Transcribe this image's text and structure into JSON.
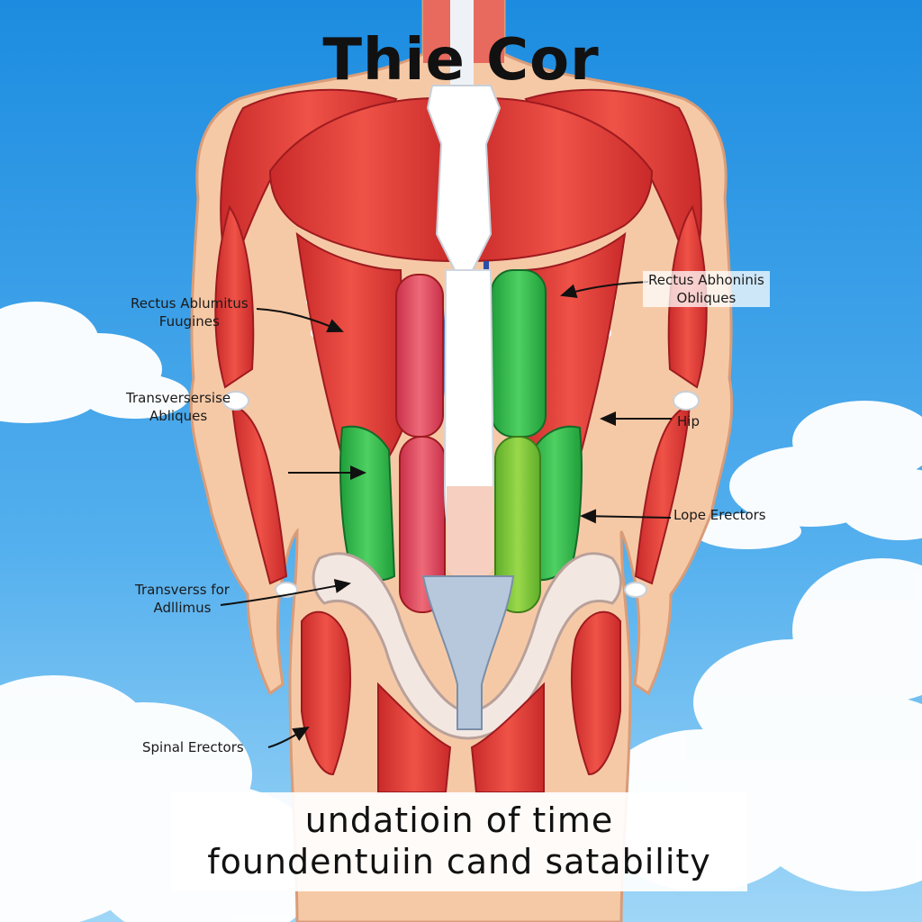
{
  "title": "Thie Cor",
  "labels": {
    "left_1": [
      "Rectus Ablumitus",
      "Fuugines"
    ],
    "left_2": [
      "Transversersise",
      "Abliques"
    ],
    "left_3": [
      "Transverss for",
      "Adllimus"
    ],
    "left_4": [
      "Spinal Erectors"
    ],
    "right_1": [
      "Rectus Abhoninis",
      "Obliques"
    ],
    "right_2": [
      "Hip"
    ],
    "right_3": [
      "Lope Erectors"
    ]
  },
  "caption": [
    "undatioin  of   time",
    "foundentuiin  cand satability"
  ],
  "colors": {
    "sky_top": "#1f8fe0",
    "sky_bottom": "#8fd0f5",
    "skin": "#f6c9a6",
    "muscle_red": "#e23b35",
    "muscle_dark": "#b81f25",
    "green": "#2fbf4a",
    "bone": "#ffffff",
    "tendon": "#b7c8dc"
  }
}
